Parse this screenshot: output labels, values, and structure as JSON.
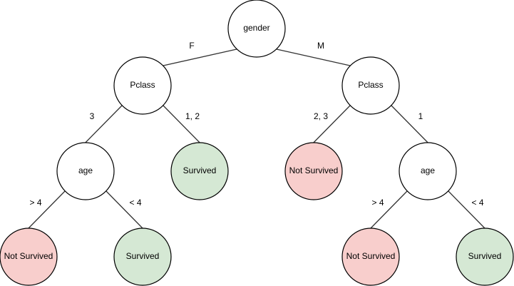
{
  "colors": {
    "decision_fill": "#ffffff",
    "decision_stroke": "#000000",
    "survived_fill": "#d5e8d4",
    "survived_stroke": "#82b366",
    "not_survived_fill": "#f8cecc",
    "not_survived_stroke": "#b85450"
  },
  "nodes": {
    "root": {
      "label": "gender",
      "kind": "decision"
    },
    "pclass_f": {
      "label": "Pclass",
      "kind": "decision"
    },
    "pclass_m": {
      "label": "Pclass",
      "kind": "decision"
    },
    "age_f": {
      "label": "age",
      "kind": "decision"
    },
    "leaf_f_12": {
      "label": "Survived",
      "kind": "survived"
    },
    "leaf_m_23": {
      "label": "Not Survived",
      "kind": "not_survived"
    },
    "age_m": {
      "label": "age",
      "kind": "decision"
    },
    "leaf_f_age_gt4": {
      "label": "Not Survived",
      "kind": "not_survived"
    },
    "leaf_f_age_lt4": {
      "label": "Survived",
      "kind": "survived"
    },
    "leaf_m_age_gt4": {
      "label": "Not Survived",
      "kind": "not_survived"
    },
    "leaf_m_age_lt4": {
      "label": "Survived",
      "kind": "survived"
    }
  },
  "edges": {
    "root_to_pclass_f": {
      "label": "F"
    },
    "root_to_pclass_m": {
      "label": "M"
    },
    "pclass_f_to_age_f": {
      "label": "3"
    },
    "pclass_f_to_leaf": {
      "label": "1, 2"
    },
    "pclass_m_to_leaf": {
      "label": "2, 3"
    },
    "pclass_m_to_age_m": {
      "label": "1"
    },
    "age_f_to_gt4": {
      "label": "> 4"
    },
    "age_f_to_lt4": {
      "label": "< 4"
    },
    "age_m_to_gt4": {
      "label": "> 4"
    },
    "age_m_to_lt4": {
      "label": "< 4"
    }
  }
}
